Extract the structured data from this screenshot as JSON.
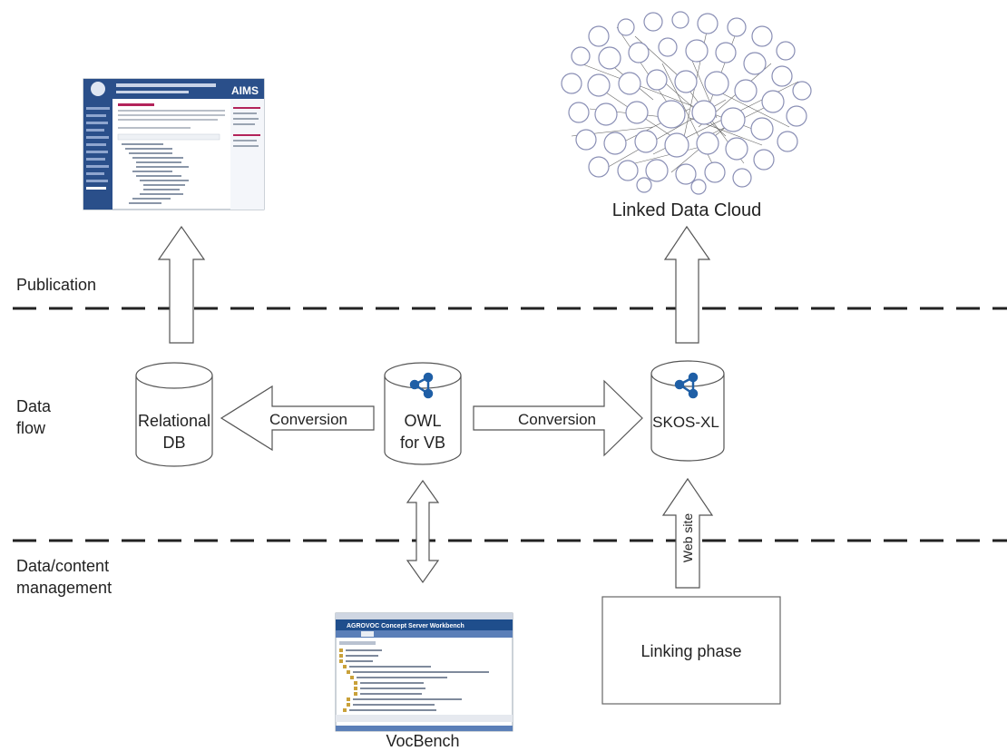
{
  "layers": {
    "publication": "Publication",
    "data_flow_1": "Data",
    "data_flow_2": "flow",
    "management_1": "Data/content",
    "management_2": "management"
  },
  "nodes": {
    "relational_1": "Relational",
    "relational_2": "DB",
    "owl_1": "OWL",
    "owl_2": "for VB",
    "skos": "SKOS-XL",
    "linking": "Linking phase"
  },
  "arrows": {
    "conversion_left": "Conversion",
    "conversion_right": "Conversion",
    "web_site": "Web site"
  },
  "captions": {
    "linked_data_cloud": "Linked Data Cloud",
    "vocbench": "VocBench"
  },
  "thumbnails": {
    "aims_logo": "AIMS",
    "vocbench_title": "AGROVOC Concept Server Workbench"
  },
  "colors": {
    "network_icon": "#1f5fa6",
    "aims_header": "#2a4f8a",
    "vocbench_header": "#1f4e8c"
  }
}
